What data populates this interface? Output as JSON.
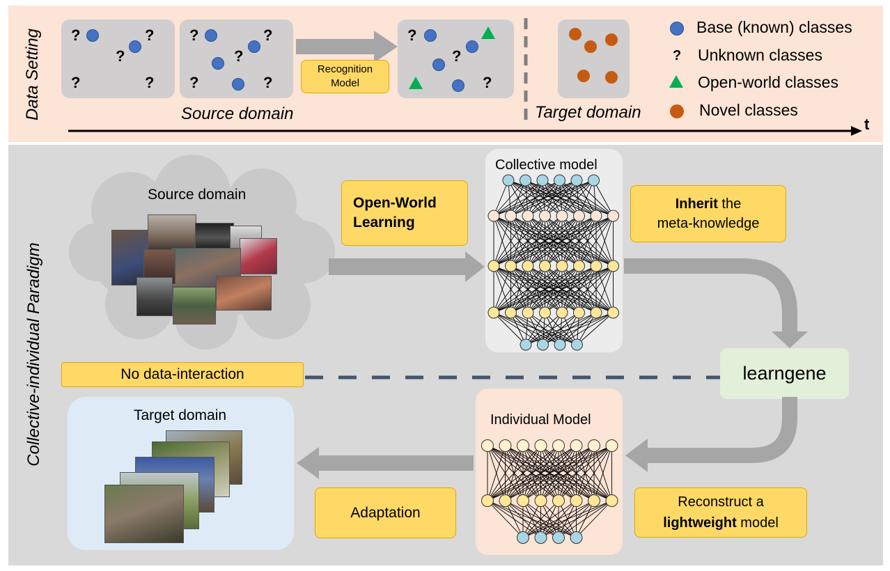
{
  "top": {
    "side_label": "Data Setting",
    "recognition_model": "Recognition Model",
    "source_domain": "Source domain",
    "target_domain": "Target domain",
    "time_axis": "t",
    "question_mark": "?",
    "legend": {
      "base": "Base (known) classes",
      "unknown": "Unknown classes",
      "open_world": "Open-world classes",
      "novel": "Novel classes"
    },
    "colors": {
      "base": "#4472c4",
      "open_world": "#00b050",
      "novel": "#c55a11"
    }
  },
  "bottom": {
    "side_label": "Collective-individual Paradigm",
    "source_domain": "Source domain",
    "open_world_learning": "Open-World Learning",
    "collective_model": "Collective model",
    "inherit_bold": "Inherit",
    "inherit_rest": " the",
    "inherit_line2": "meta-knowledge",
    "no_data_interaction": "No data-interaction",
    "learngene": "learngene",
    "target_domain": "Target domain",
    "individual_model": "Individual Model",
    "adaptation": "Adaptation",
    "reconstruct_line1": "Reconstruct a",
    "reconstruct_bold": "lightweight",
    "reconstruct_rest": " model"
  }
}
